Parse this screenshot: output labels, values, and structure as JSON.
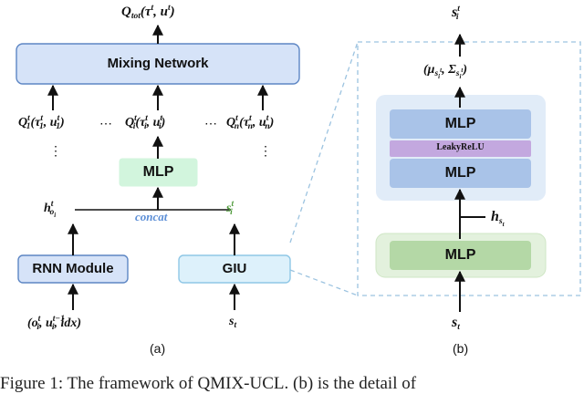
{
  "panel_a": {
    "caption": "(a)",
    "mixing_network": "Mixing Network",
    "mlp": "MLP",
    "rnn_module": "RNN Module",
    "giu": "GIU",
    "concat": "concat",
    "vdots": "⋮",
    "hdots": "⋯"
  },
  "panel_b": {
    "caption": "(b)",
    "mlp": "MLP",
    "leaky_relu": "LeakyReLU"
  },
  "figure_caption": "Figure 1: The framework of QMIX-UCL. (b) is the detail of"
}
